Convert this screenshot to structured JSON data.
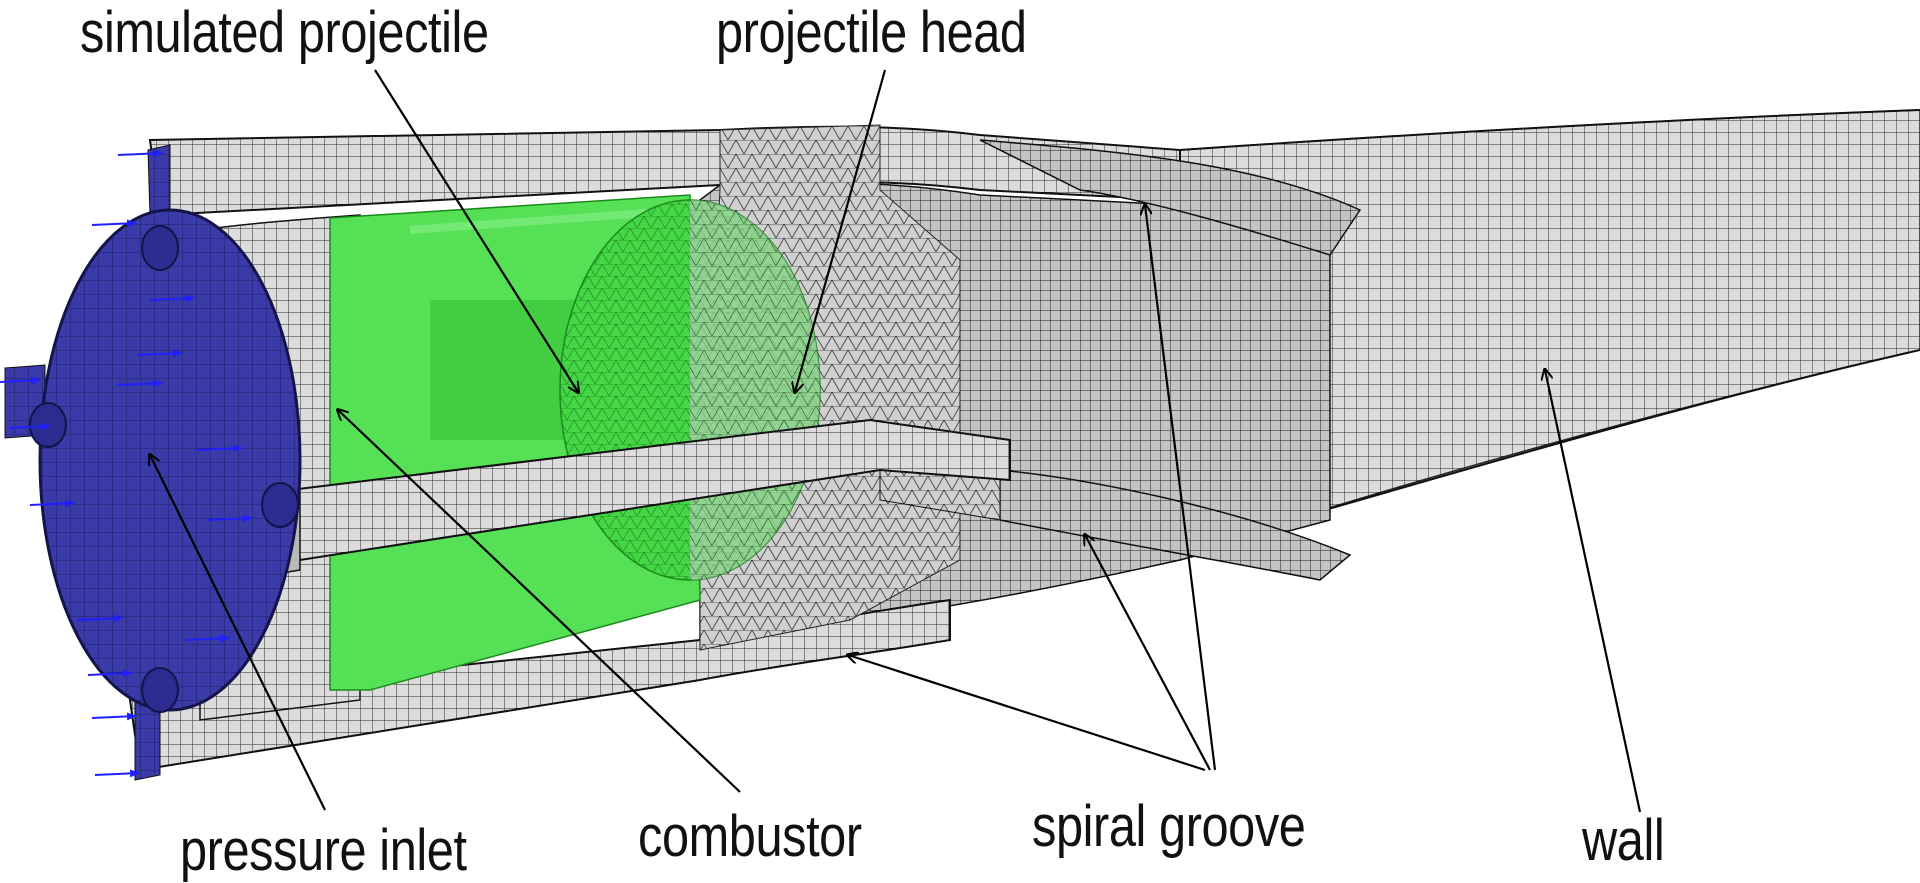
{
  "labels": {
    "simulated_projectile": "simulated projectile",
    "projectile_head": "projectile head",
    "pressure_inlet": "pressure inlet",
    "combustor": "combustor",
    "spiral_groove": "spiral groove",
    "wall": "wall"
  },
  "colors": {
    "background": "#ffffff",
    "mesh_fill": "#d9d9d9",
    "mesh_line": "#2a2a2a",
    "projectile": "#55e055",
    "projectile_dark": "#2fbf2f",
    "inlet_face": "#3a3aa8",
    "inlet_arrows": "#2020ff",
    "leader_line": "#000000"
  }
}
